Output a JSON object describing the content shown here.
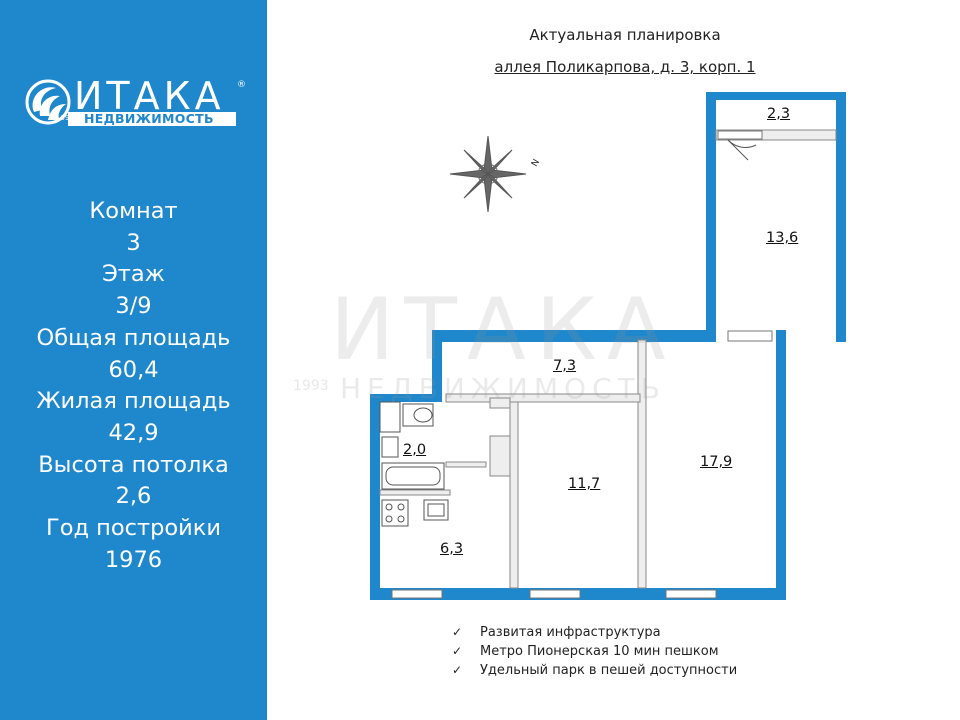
{
  "brand": {
    "name": "ИТАКА",
    "subtitle": "НЕДВИЖИМОСТЬ",
    "year": "1993",
    "registered": "®"
  },
  "stats": [
    {
      "label": "Комнат",
      "value": "3"
    },
    {
      "label": "Этаж",
      "value": "3/9"
    },
    {
      "label": "Общая площадь",
      "value": "60,4"
    },
    {
      "label": "Жилая площадь",
      "value": "42,9"
    },
    {
      "label": "Высота потолка",
      "value": "2,6"
    },
    {
      "label": "Год постройки",
      "value": "1976"
    }
  ],
  "plan": {
    "title": "Актуальная планировка",
    "address": " аллея Поликарпова, д. 3, корп. 1",
    "compass_label": "N",
    "rooms": [
      {
        "name": "balcony",
        "area": "2,3"
      },
      {
        "name": "room-north",
        "area": "13,6"
      },
      {
        "name": "hallway",
        "area": "7,3"
      },
      {
        "name": "bathroom",
        "area": "2,0"
      },
      {
        "name": "room-middle",
        "area": "11,7"
      },
      {
        "name": "room-large",
        "area": "17,9"
      },
      {
        "name": "kitchen",
        "area": "6,3"
      }
    ]
  },
  "features": [
    "Развитая инфраструктура",
    "Метро Пионерская 10 мин пешком",
    "Удельный парк в пешей доступности"
  ],
  "colors": {
    "panel": "#1f87cb",
    "wall": "#1f87cb"
  }
}
